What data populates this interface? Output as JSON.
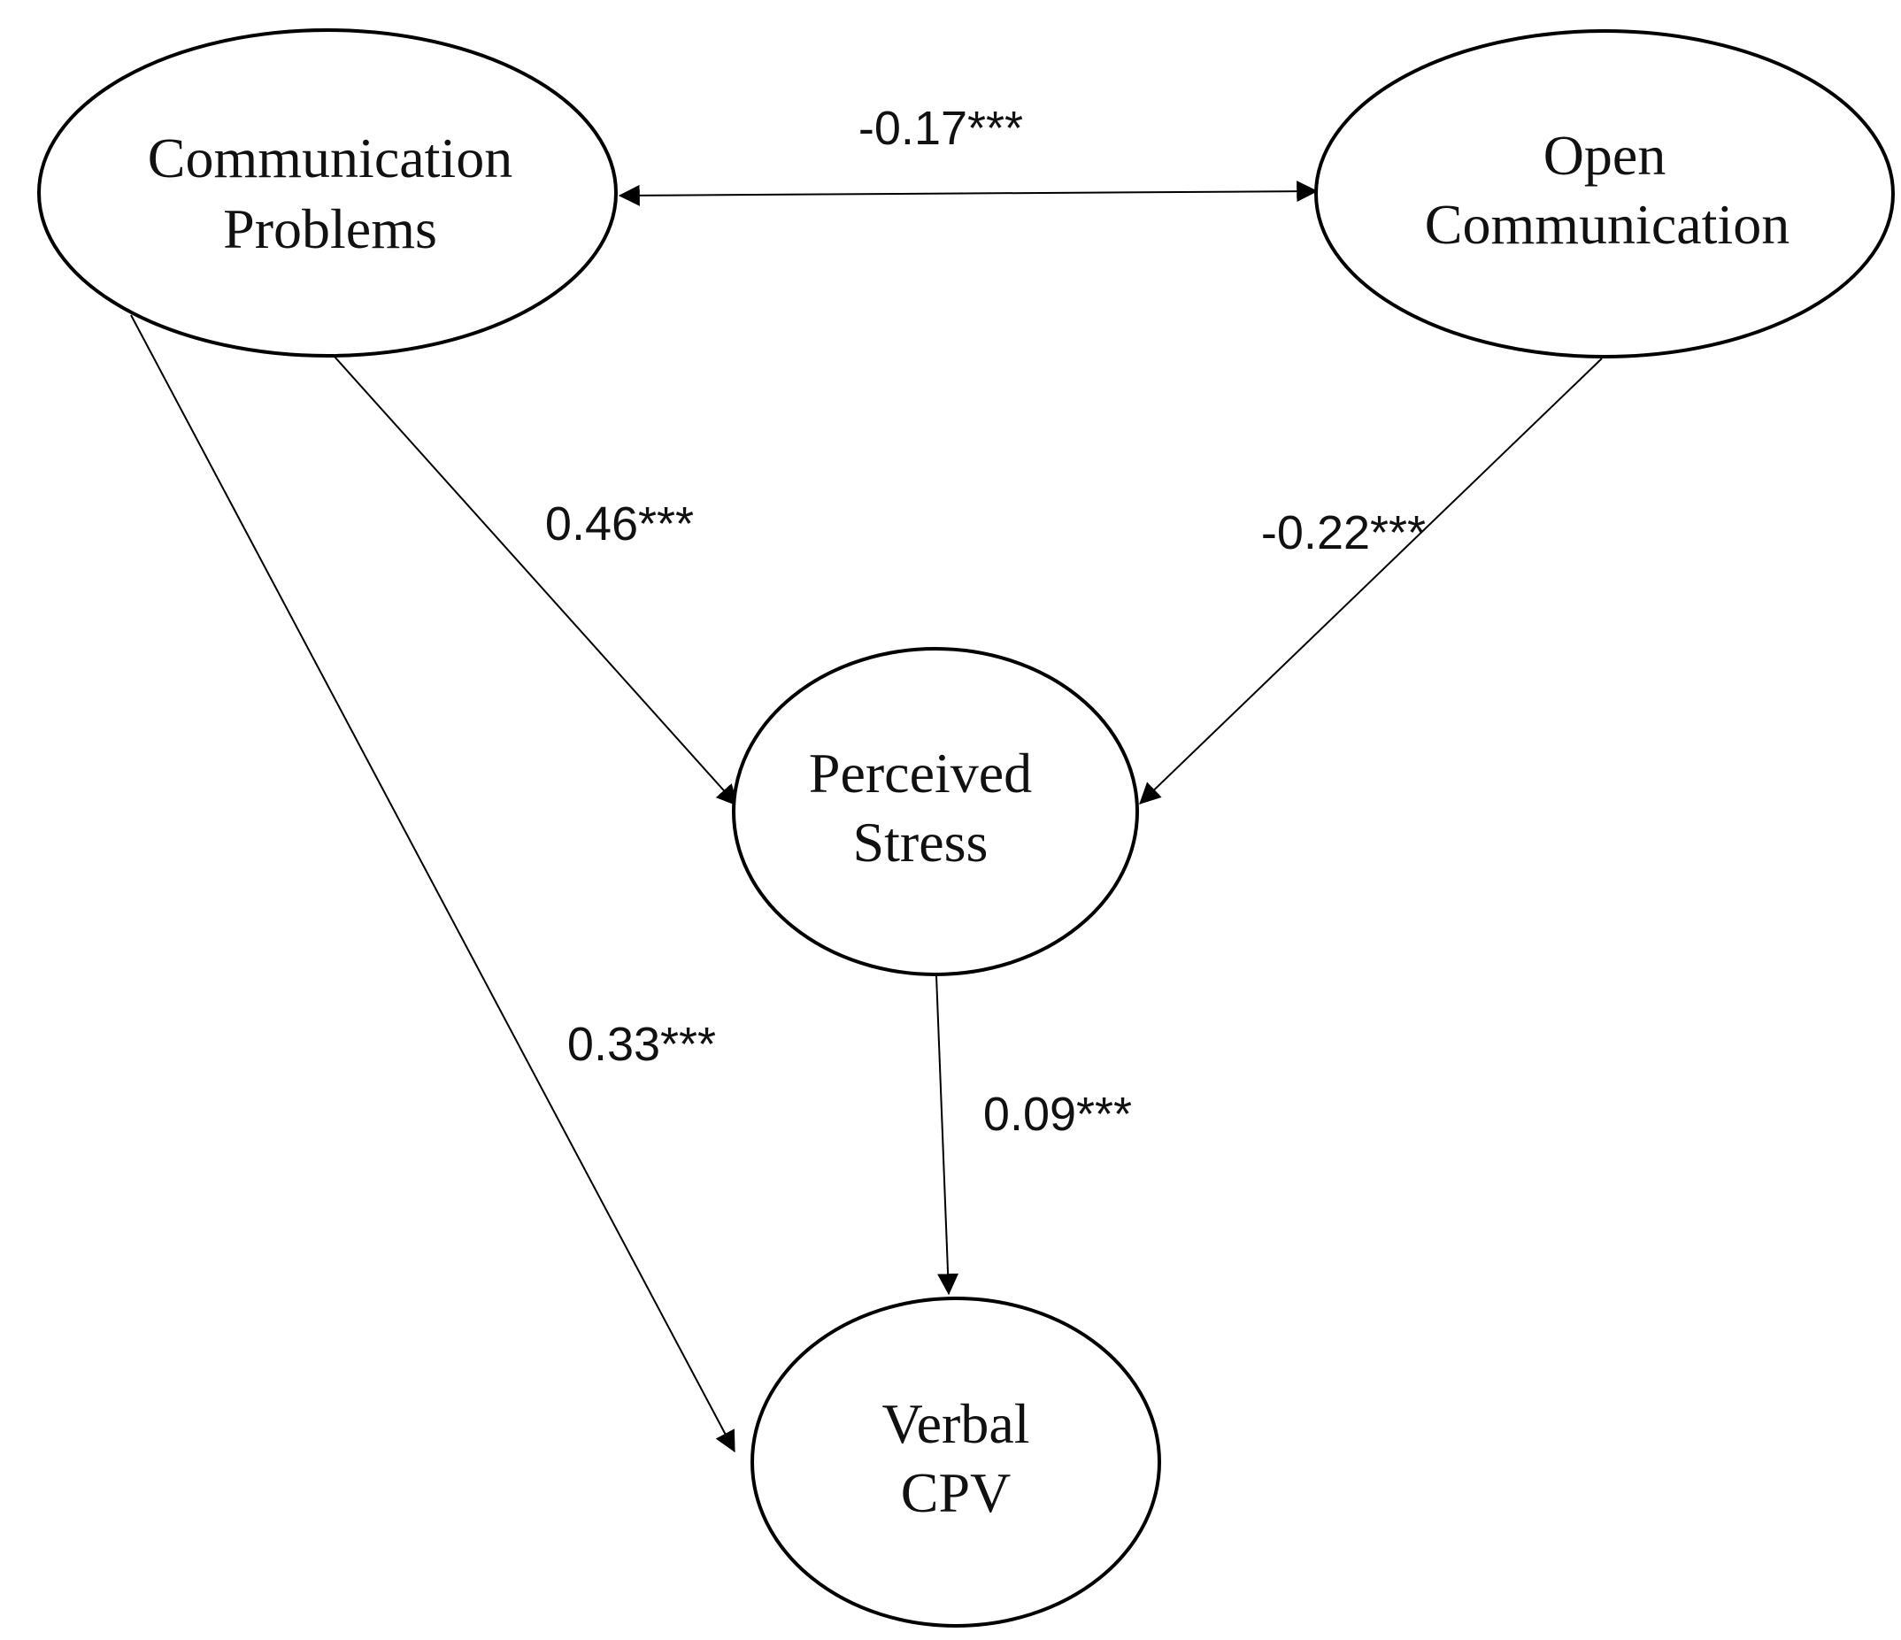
{
  "nodes": {
    "communication_problems": {
      "line1": "Communication",
      "line2": "Problems"
    },
    "open_communication": {
      "line1": "Open",
      "line2": "Communication"
    },
    "perceived_stress": {
      "line1": "Perceived",
      "line2": "Stress"
    },
    "verbal_cpv": {
      "line1": "Verbal",
      "line2": "CPV"
    }
  },
  "edges": {
    "cp_oc": {
      "label": "-0.17***"
    },
    "cp_ps": {
      "label": "0.46***"
    },
    "oc_ps": {
      "label": "-0.22***"
    },
    "cp_cpv": {
      "label": "0.33***"
    },
    "ps_cpv": {
      "label": "0.09***"
    }
  },
  "colors": {
    "stroke": "#000000",
    "text": "#111111",
    "background": "#ffffff"
  }
}
